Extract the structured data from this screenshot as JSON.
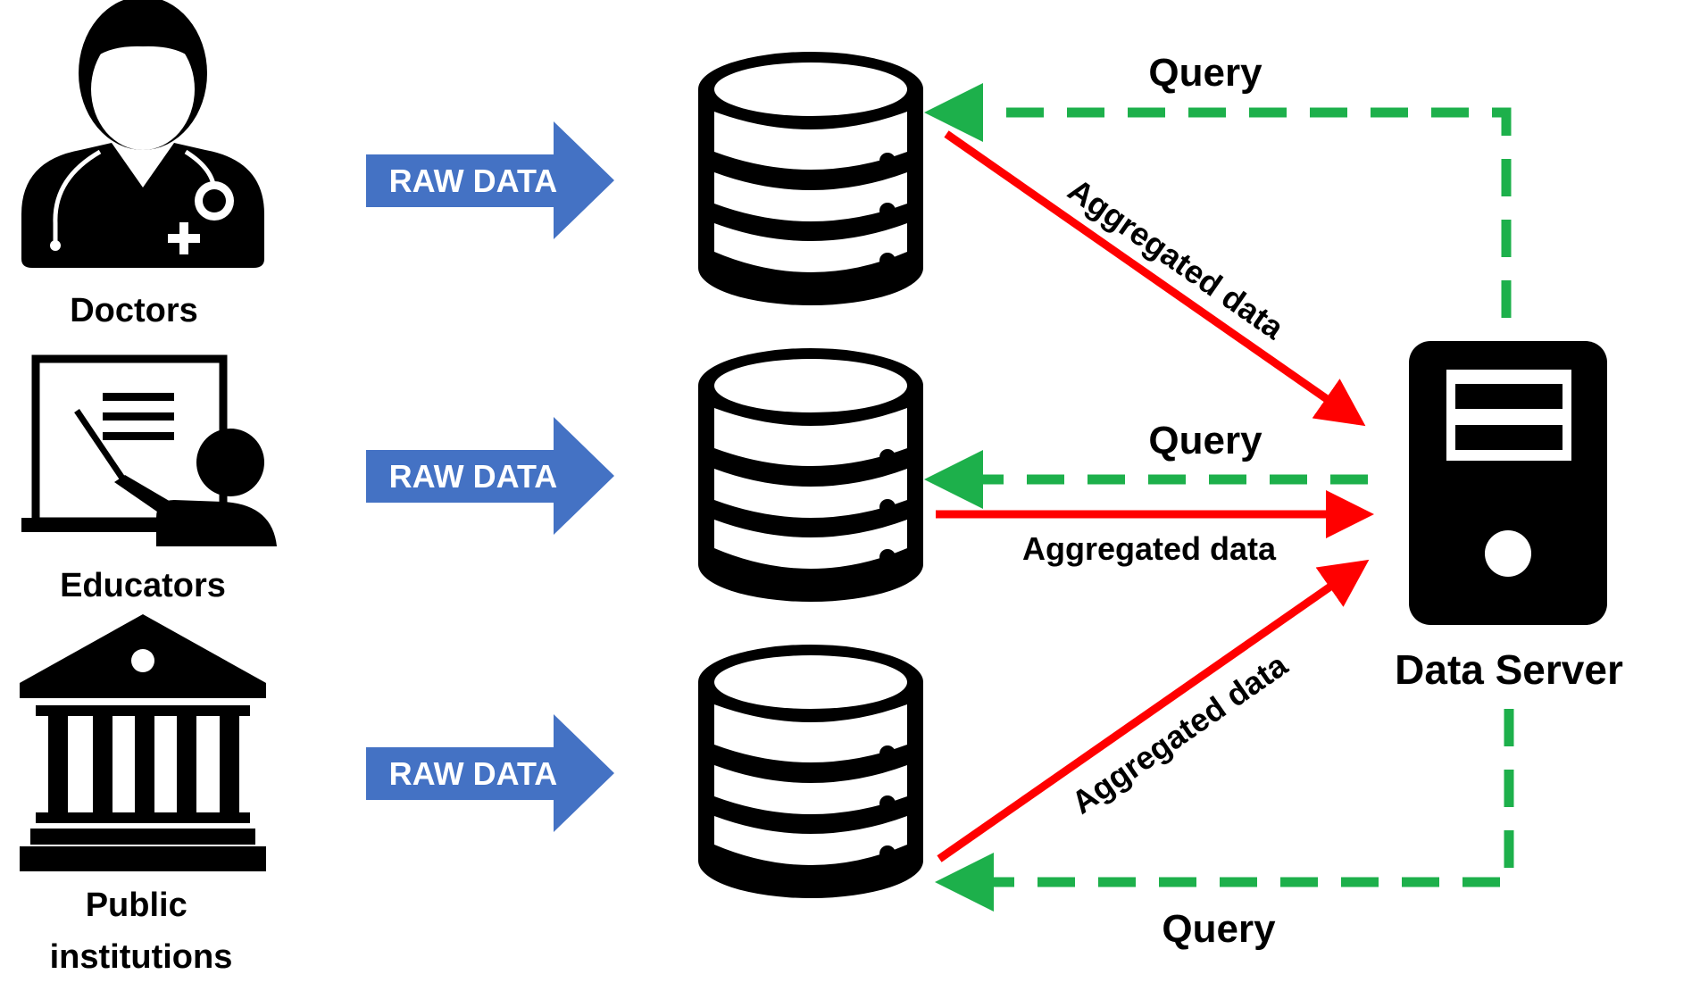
{
  "sources": [
    {
      "label_lines": [
        "Doctors"
      ],
      "icon": "doctor-icon"
    },
    {
      "label_lines": [
        "Educators"
      ],
      "icon": "educator-icon"
    },
    {
      "label_lines": [
        "Public",
        "institutions"
      ],
      "icon": "institution-icon"
    }
  ],
  "raw_data_label": "RAW DATA",
  "server_label": "Data Server",
  "query_label": "Query",
  "aggregated_label": "Aggregated data",
  "colors": {
    "raw_arrow": "#4472C4",
    "aggregated_arrow": "#FF0000",
    "query_arrow": "#1DB04B",
    "icon": "#000000"
  }
}
